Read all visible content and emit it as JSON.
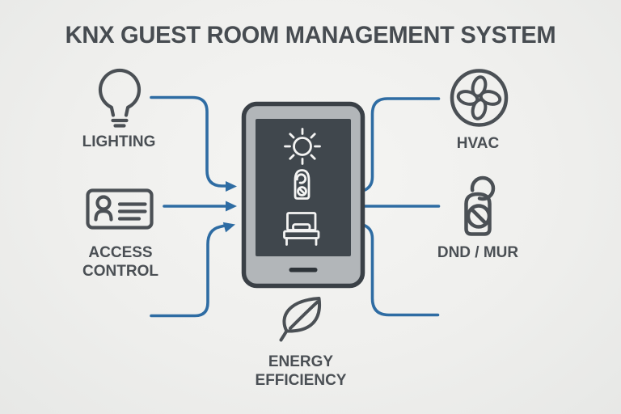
{
  "title": "KNX GUEST ROOM MANAGEMENT SYSTEM",
  "diagram_type": "hub-and-spoke system diagram",
  "colors": {
    "background": "#efefed",
    "title_text": "#474c51",
    "label_text": "#4a4f54",
    "icon_stroke": "#4b5055",
    "connector_blue": "#2e6ca3",
    "tablet_body": "#b2b6b9",
    "tablet_border": "#3a4046",
    "tablet_screen": "#40474d",
    "screen_icon": "#f4f4f3"
  },
  "nodes": {
    "lighting": {
      "label": "LIGHTING",
      "icon": "light-bulb-icon",
      "side": "left"
    },
    "access_control": {
      "label_line1": "ACCESS",
      "label_line2": "CONTROL",
      "icon": "keycard-icon",
      "side": "left"
    },
    "hvac": {
      "label": "HVAC",
      "icon": "fan-icon",
      "side": "right"
    },
    "dnd_mur": {
      "label": "DND / MUR",
      "icon": "door-hanger-icon",
      "side": "right"
    },
    "energy": {
      "label_line1": "ENERGY",
      "label_line2": "EFFICIENCY",
      "icon": "leaf-icon",
      "side": "bottom"
    }
  },
  "device": {
    "name": "room-control-touch-panel",
    "screen_icons": [
      "sun-brightness-icon",
      "door-hanger-icon",
      "bed-icon"
    ]
  },
  "connectors": {
    "left_inputs": 3,
    "right_outputs": 3,
    "style": "rounded elbow lines, arrows point into panel on the left"
  }
}
